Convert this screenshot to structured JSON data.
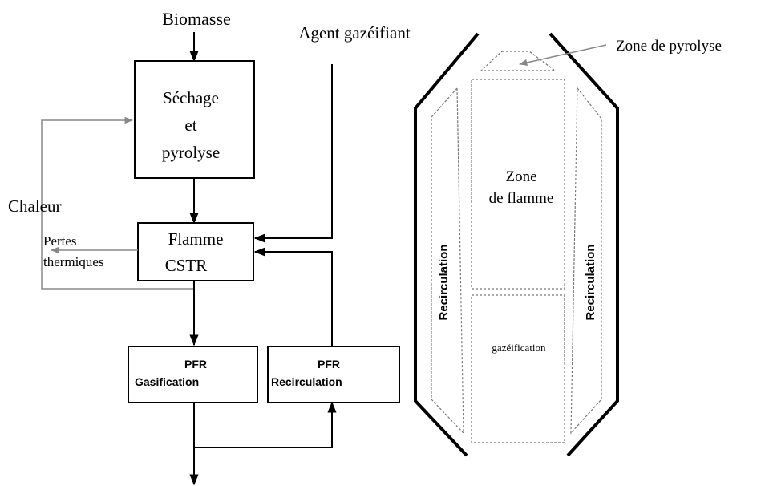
{
  "flowchart": {
    "input_biomass": "Biomasse",
    "input_agent": "Agent gazéifiant",
    "box_drying": {
      "line1": "Séchage",
      "line2": "et",
      "line3": "pyrolyse"
    },
    "label_heat": "Chaleur",
    "label_losses": {
      "line1": "Pertes",
      "line2": "thermiques"
    },
    "box_flame": {
      "line1": "Flamme",
      "line2": "CSTR"
    },
    "box_pfr_gasification": {
      "line1": "PFR",
      "line2": "Gasification"
    },
    "box_pfr_recirculation": {
      "line1": "PFR",
      "line2": "Recirculation"
    }
  },
  "reactor": {
    "pyrolysis_zone_label": "Zone de pyrolyse",
    "flame_zone": {
      "line1": "Zone",
      "line2": "de flamme"
    },
    "gasification_label": "gazéification",
    "recirculation_left": "Recirculation",
    "recirculation_right": "Recirculation"
  },
  "colors": {
    "line": "#000000",
    "heat_loop": "#888888",
    "dashed": "#777777"
  }
}
